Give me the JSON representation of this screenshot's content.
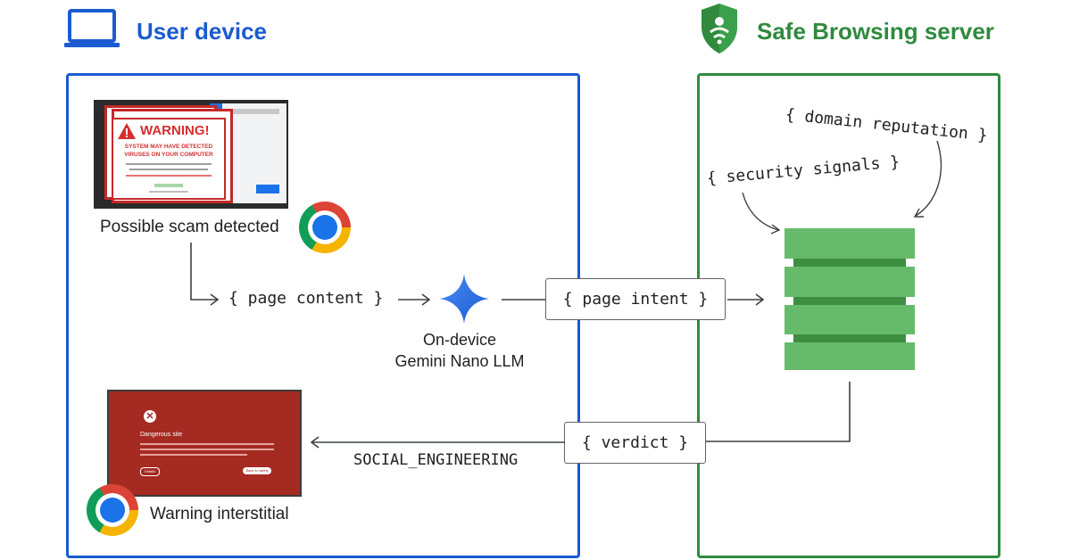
{
  "user_device": {
    "title": "User device",
    "scam_caption": "Possible scam detected",
    "llm_line1": "On-device",
    "llm_line2": "Gemini Nano LLM",
    "page_content": "{ page content }",
    "warning_caption": "Warning interstitial",
    "social_engineering": "SOCIAL_ENGINEERING",
    "icons": [
      "laptop-icon",
      "chrome-icon",
      "gemini-sparkle-icon"
    ]
  },
  "scam_popup": {
    "warning_title": "WARNING!",
    "warning_line1": "SYSTEM MAY HAVE DETECTED",
    "warning_line2": "VIRUSES ON YOUR COMPUTER"
  },
  "interstitial": {
    "heading": "Dangerous site",
    "left_button": "Details",
    "right_button": "Back to safety"
  },
  "server": {
    "title": "Safe Browsing server",
    "domain_reputation": "{ domain reputation }",
    "security_signals": "{ security signals }",
    "page_intent": "{ page intent }",
    "verdict": "{ verdict }",
    "icons": [
      "shield-icon",
      "database-stack-icon"
    ]
  },
  "colors": {
    "user_blue": "#1a5bd1",
    "server_green": "#2f8a3e",
    "stack_green": "#66bb6a",
    "warning_red": "#d32f2f",
    "interstitial_red": "#a52a22"
  }
}
